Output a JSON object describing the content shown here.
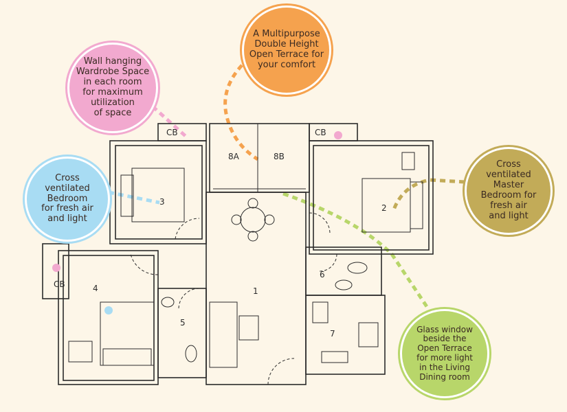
{
  "callouts": {
    "wardrobe": {
      "text": "Wall hanging\nWardrobe Space\nin each room\nfor maximum\nutilization\nof space",
      "color": "#f2a9cf"
    },
    "terrace": {
      "text": "A Multipurpose\nDouble Height\nOpen Terrace for\nyour comfort",
      "color": "#f5a24e"
    },
    "bedroom": {
      "text": "Cross\nventilated\nBedroom\nfor fresh air\nand light",
      "color": "#a8dcf3"
    },
    "master": {
      "text": "Cross\nventilated\nMaster\nBedroom for\nfresh air\nand light",
      "color": "#c2ab58"
    },
    "glass": {
      "text": "Glass window\nbeside the\nOpen Terrace\nfor more light\nin the Living\nDining room",
      "color": "#b8d66a"
    }
  },
  "rooms": {
    "r1": "1",
    "r2": "2",
    "r3": "3",
    "r4": "4",
    "r5": "5",
    "r6": "6",
    "r7": "7",
    "r8a": "8A",
    "r8b": "8B",
    "cb_left": "CB",
    "cb_right": "CB",
    "cb_lower": "CB"
  }
}
